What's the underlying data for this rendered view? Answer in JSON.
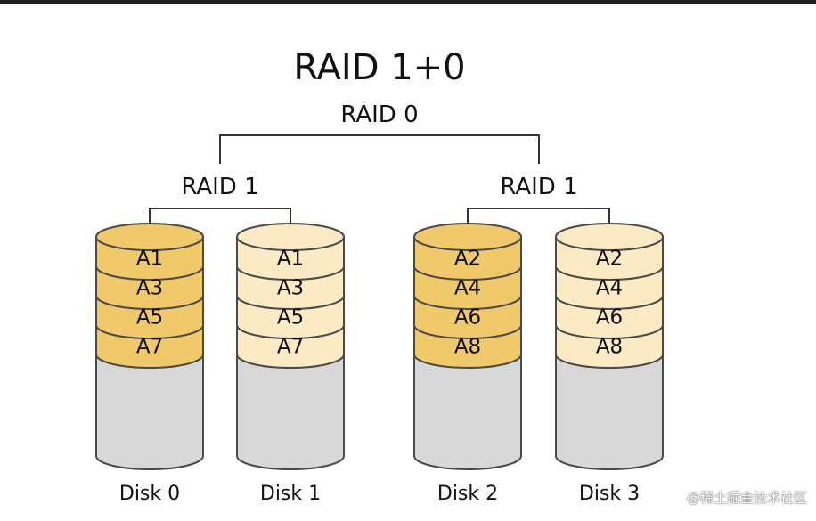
{
  "diagram": {
    "title": "RAID 1+0",
    "stripe_label": "RAID 0",
    "mirror_groups": [
      {
        "label": "RAID 1",
        "disks": [
          {
            "name": "Disk 0",
            "blocks": [
              "A1",
              "A3",
              "A5",
              "A7"
            ],
            "role": "primary"
          },
          {
            "name": "Disk 1",
            "blocks": [
              "A1",
              "A3",
              "A5",
              "A7"
            ],
            "role": "mirror"
          }
        ]
      },
      {
        "label": "RAID 1",
        "disks": [
          {
            "name": "Disk 2",
            "blocks": [
              "A2",
              "A4",
              "A6",
              "A8"
            ],
            "role": "primary"
          },
          {
            "name": "Disk 3",
            "blocks": [
              "A2",
              "A4",
              "A6",
              "A8"
            ],
            "role": "mirror"
          }
        ]
      }
    ]
  },
  "watermark": "@稀土掘金技术社区",
  "colors": {
    "primary_fill": "#f0c96a",
    "mirror_fill": "#fbeac4",
    "empty_fill": "#d8d8d8",
    "stroke": "#4a4a4a",
    "line": "#333333"
  }
}
